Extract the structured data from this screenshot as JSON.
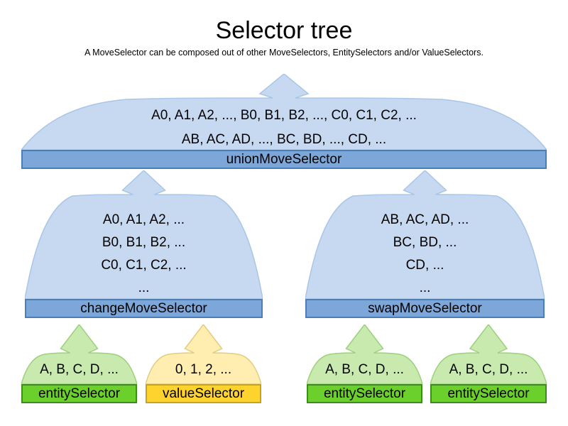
{
  "title": "Selector tree",
  "subtitle": "A MoveSelector can be composed out of other MoveSelectors, EntitySelectors and/or ValueSelectors.",
  "colors": {
    "blue_cloud_fill": "#c6d9f0",
    "blue_bar_fill": "#7da7d9",
    "blue_bar_border": "#4a7ebb",
    "green_cloud_fill": "#c9eaae",
    "green_bar_fill": "#6bd02c",
    "green_bar_border": "#3d8d1c",
    "yellow_cloud_fill": "#ffeeb0",
    "yellow_bar_fill": "#ffd32e",
    "yellow_bar_border": "#c8a415"
  },
  "nodes": {
    "union": {
      "label": "unionMoveSelector",
      "lines": [
        "A0, A1, A2, ..., B0, B1, B2, ..., C0, C1, C2, ...",
        "AB, AC, AD, ..., BC, BD, ..., CD, ..."
      ]
    },
    "change": {
      "label": "changeMoveSelector",
      "lines": [
        "A0, A1, A2, ...",
        "B0, B1, B2, ...",
        "C0, C1, C2, ...",
        "..."
      ]
    },
    "swap": {
      "label": "swapMoveSelector",
      "lines": [
        "AB, AC, AD, ...",
        "BC, BD, ...",
        "CD, ...",
        "..."
      ]
    },
    "entity1": {
      "label": "entitySelector",
      "lines": [
        "A, B, C, D, ..."
      ]
    },
    "value1": {
      "label": "valueSelector",
      "lines": [
        "0, 1, 2, ..."
      ]
    },
    "entity2": {
      "label": "entitySelector",
      "lines": [
        "A, B, C, D, ..."
      ]
    },
    "entity3": {
      "label": "entitySelector",
      "lines": [
        "A, B, C, D, ..."
      ]
    }
  }
}
